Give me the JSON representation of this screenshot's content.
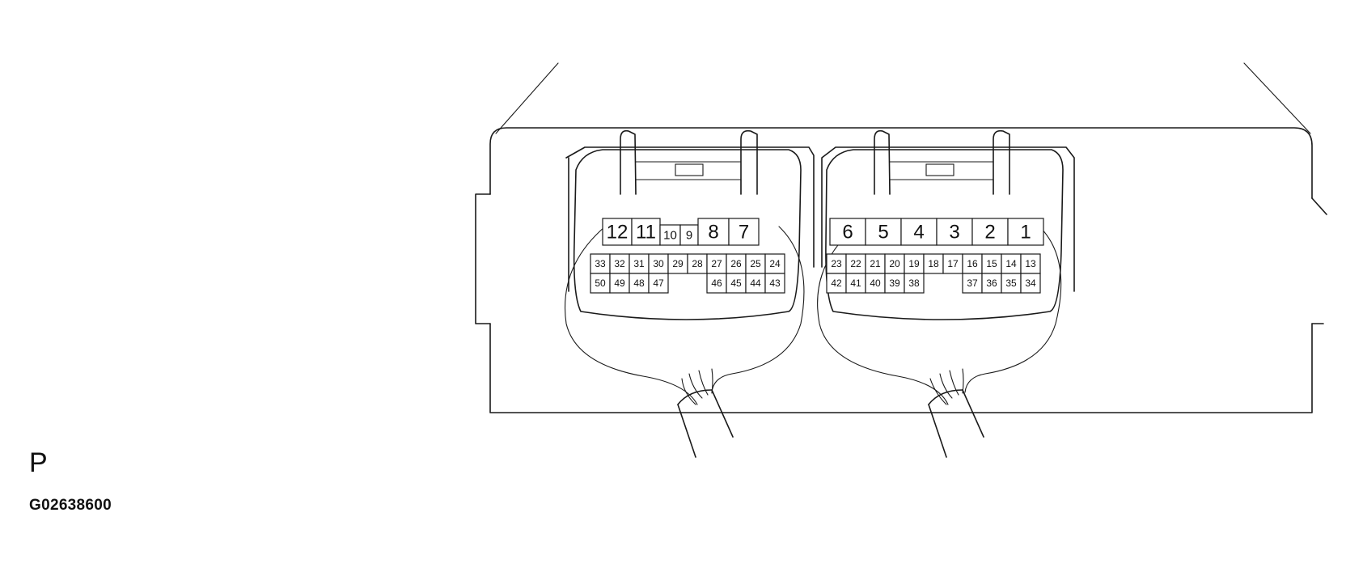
{
  "page_code": "P",
  "figure_id": "G02638600",
  "connectors": [
    {
      "name": "left-connector",
      "top_row": [
        {
          "label": "12",
          "size": "big"
        },
        {
          "label": "11",
          "size": "big"
        },
        {
          "label": "10",
          "size": "mid"
        },
        {
          "label": "9",
          "size": "mid"
        },
        {
          "label": "8",
          "size": "big"
        },
        {
          "label": "7",
          "size": "big"
        }
      ],
      "middle_row": [
        "33",
        "32",
        "31",
        "30",
        "29",
        "28",
        "27",
        "26",
        "25",
        "24"
      ],
      "bottom_row_left": [
        "50",
        "49",
        "48",
        "47"
      ],
      "bottom_row_right": [
        "46",
        "45",
        "44",
        "43"
      ]
    },
    {
      "name": "right-connector",
      "top_row": [
        {
          "label": "6",
          "size": "big"
        },
        {
          "label": "5",
          "size": "big"
        },
        {
          "label": "4",
          "size": "big"
        },
        {
          "label": "3",
          "size": "big"
        },
        {
          "label": "2",
          "size": "big"
        },
        {
          "label": "1",
          "size": "big"
        }
      ],
      "middle_row": [
        "23",
        "22",
        "21",
        "20",
        "19",
        "18",
        "17",
        "16",
        "15",
        "14",
        "13"
      ],
      "bottom_row_left": [
        "42",
        "41",
        "40",
        "39",
        "38"
      ],
      "bottom_row_right": [
        "37",
        "36",
        "35",
        "34"
      ]
    }
  ]
}
